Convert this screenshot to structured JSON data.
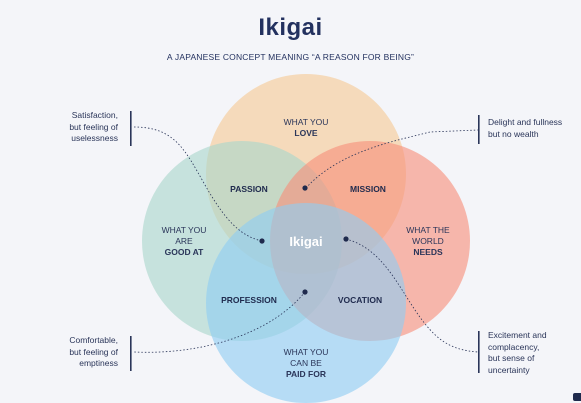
{
  "title": "Ikigai",
  "subtitle": "A JAPANESE CONCEPT MEANING “A REASON FOR BEING”",
  "circles": {
    "love": {
      "line1": "WHAT YOU",
      "line2": "LOVE",
      "color": "#f6c995"
    },
    "good_at": {
      "line1": "WHAT YOU",
      "line2": "ARE",
      "line3": "GOOD AT",
      "color": "#a9d6cc"
    },
    "world_needs": {
      "line1": "WHAT THE",
      "line2": "WORLD",
      "line3": "NEEDS",
      "color": "#f78f7b"
    },
    "paid_for": {
      "line1": "WHAT YOU",
      "line2": "CAN BE",
      "line3": "PAID FOR",
      "color": "#8fcdf2"
    }
  },
  "zones": {
    "passion": "PASSION",
    "mission": "MISSION",
    "profession": "PROFESSION",
    "vocation": "VOCATION",
    "center": "Ikigai"
  },
  "notes": {
    "top_left": [
      "Satisfaction,",
      "but feeling of",
      "uselessness"
    ],
    "top_right": [
      "Delight and fullness",
      "but no wealth"
    ],
    "bottom_left": [
      "Comfortable,",
      "but feeling of",
      "emptiness"
    ],
    "bottom_right": [
      "Excitement and",
      "complacency,",
      "but sense of",
      "uncertainty"
    ]
  },
  "colors": {
    "navy": "#23315f",
    "background": "#f4f5f9"
  }
}
